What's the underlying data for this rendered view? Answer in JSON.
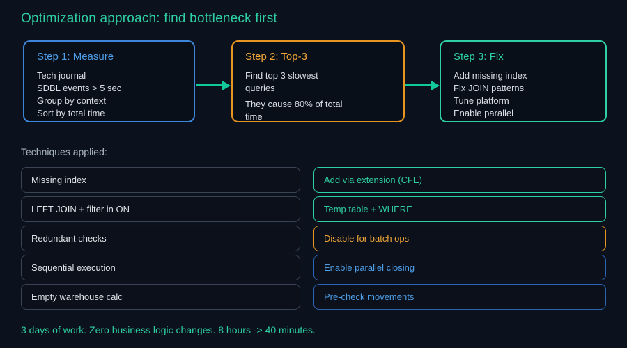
{
  "page": {
    "title": "Optimization approach: find bottleneck first",
    "footer": "3 days of work. Zero business logic changes. 8 hours -> 40 minutes."
  },
  "colors": {
    "background": "#0c121d",
    "teal_accent": "#2ecfa2",
    "blue_text": "#4d9fea",
    "blue_border": "#3d85d8",
    "blue_row_border": "#2a65b5",
    "orange_text": "#f0a638",
    "orange_border": "#e89420",
    "gray_row_border": "#3b4454",
    "body_text": "#d9dee5",
    "muted_label": "#a9b4c2",
    "arrow": "#12c99c"
  },
  "flow": {
    "steps": [
      {
        "title": "Step 1: Measure",
        "accent": "blue",
        "items": [
          "Tech journal",
          "SDBL events > 5 sec",
          "Group by context",
          "Sort by total time"
        ]
      },
      {
        "title": "Step 2: Top-3",
        "accent": "orange",
        "items": [
          "Find top 3 slowest queries",
          "They cause 80% of total time"
        ]
      },
      {
        "title": "Step 3: Fix",
        "accent": "teal",
        "items": [
          "Add missing index",
          "Fix JOIN patterns",
          "Tune platform",
          "Enable parallel"
        ]
      }
    ]
  },
  "techniques": {
    "label": "Techniques applied:",
    "rows": [
      {
        "problem": "Missing index",
        "solution": "Add via extension (CFE)",
        "accent": "teal"
      },
      {
        "problem": "LEFT JOIN + filter in ON",
        "solution": "Temp table + WHERE",
        "accent": "teal"
      },
      {
        "problem": "Redundant checks",
        "solution": "Disable for batch ops",
        "accent": "orange"
      },
      {
        "problem": "Sequential execution",
        "solution": "Enable parallel closing",
        "accent": "blue"
      },
      {
        "problem": "Empty warehouse calc",
        "solution": "Pre-check movements",
        "accent": "blue"
      }
    ]
  }
}
